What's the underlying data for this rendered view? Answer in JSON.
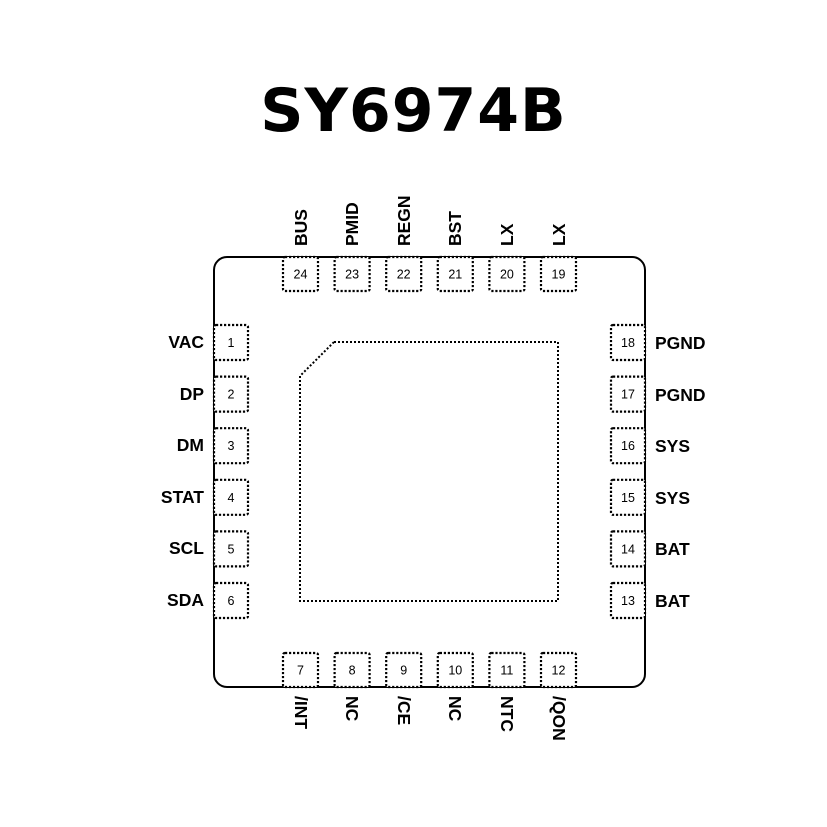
{
  "title": "SY6974B",
  "colors": {
    "outline": "#000000",
    "background": "#ffffff"
  },
  "pins": {
    "left": [
      {
        "number": "1",
        "name": "VAC"
      },
      {
        "number": "2",
        "name": "DP"
      },
      {
        "number": "3",
        "name": "DM"
      },
      {
        "number": "4",
        "name": "STAT"
      },
      {
        "number": "5",
        "name": "SCL"
      },
      {
        "number": "6",
        "name": "SDA"
      }
    ],
    "bottom": [
      {
        "number": "7",
        "name": "/INT"
      },
      {
        "number": "8",
        "name": "NC"
      },
      {
        "number": "9",
        "name": "/CE"
      },
      {
        "number": "10",
        "name": "NC"
      },
      {
        "number": "11",
        "name": "NTC"
      },
      {
        "number": "12",
        "name": "/QON"
      }
    ],
    "right": [
      {
        "number": "13",
        "name": "BAT"
      },
      {
        "number": "14",
        "name": "BAT"
      },
      {
        "number": "15",
        "name": "SYS"
      },
      {
        "number": "16",
        "name": "SYS"
      },
      {
        "number": "17",
        "name": "PGND"
      },
      {
        "number": "18",
        "name": "PGND"
      }
    ],
    "top": [
      {
        "number": "19",
        "name": "LX"
      },
      {
        "number": "20",
        "name": "LX"
      },
      {
        "number": "21",
        "name": "BST"
      },
      {
        "number": "22",
        "name": "REGN"
      },
      {
        "number": "23",
        "name": "PMID"
      },
      {
        "number": "24",
        "name": "BUS"
      }
    ]
  }
}
